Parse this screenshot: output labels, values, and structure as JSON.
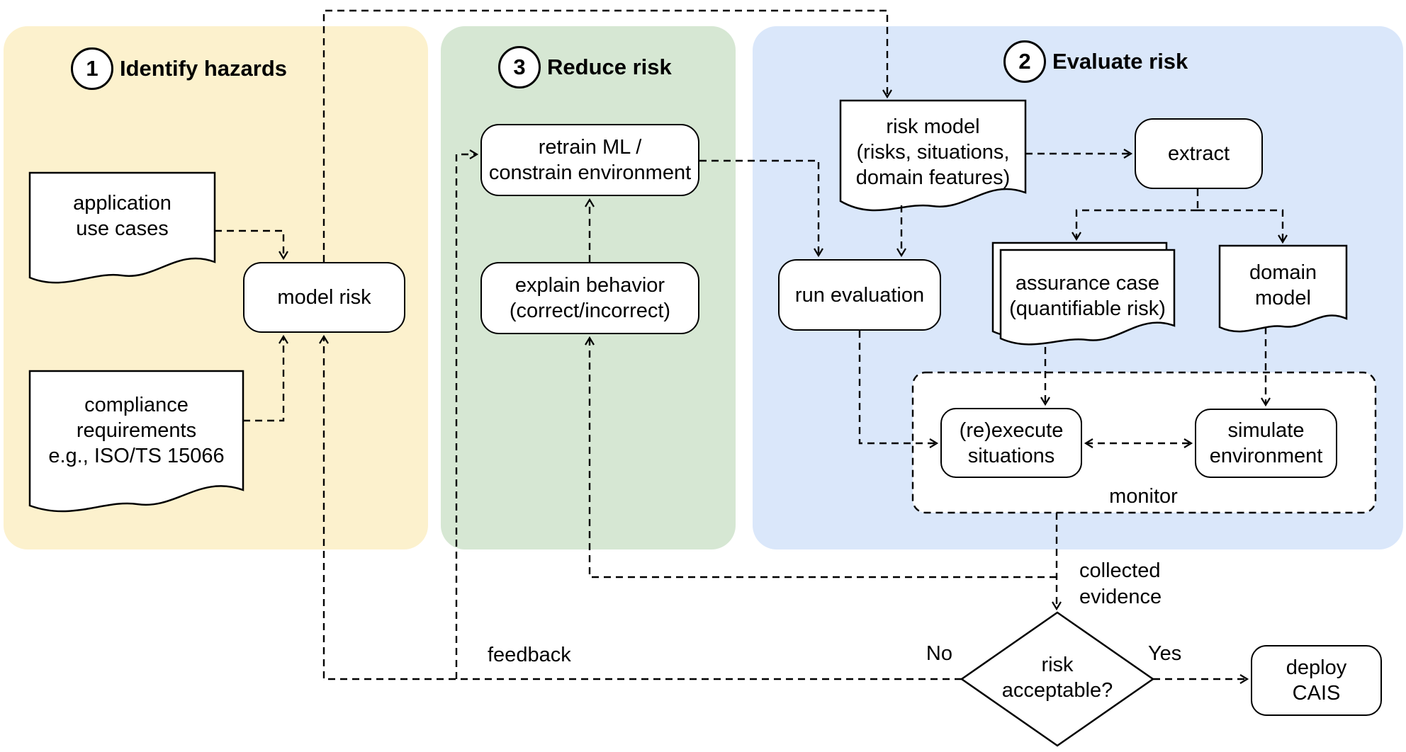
{
  "diagram": {
    "panels": [
      {
        "id": "identify",
        "number": "1",
        "title": "Identify hazards",
        "color": "#FCF1CD"
      },
      {
        "id": "evaluate",
        "number": "2",
        "title": "Evaluate risk",
        "color": "#DAE7FA"
      },
      {
        "id": "reduce",
        "number": "3",
        "title": "Reduce risk",
        "color": "#D6E7D3"
      }
    ],
    "nodes": {
      "application_use_cases": {
        "label": "application\nuse cases",
        "shape": "document"
      },
      "compliance_requirements": {
        "label": "compliance\nrequirements\ne.g., ISO/TS 15066",
        "shape": "document"
      },
      "model_risk": {
        "label": "model risk",
        "shape": "rounded-rect"
      },
      "retrain": {
        "label": "retrain ML /\nconstrain environment",
        "shape": "rounded-rect"
      },
      "explain_behavior": {
        "label": "explain behavior\n(correct/incorrect)",
        "shape": "rounded-rect"
      },
      "risk_model": {
        "label": "risk model\n(risks, situations,\ndomain features)",
        "shape": "document"
      },
      "extract": {
        "label": "extract",
        "shape": "rounded-rect"
      },
      "run_evaluation": {
        "label": "run evaluation",
        "shape": "rounded-rect"
      },
      "assurance_case": {
        "label": "assurance case\n(quantifiable risk)",
        "shape": "stacked-document"
      },
      "domain_model": {
        "label": "domain\nmodel",
        "shape": "document"
      },
      "reexecute_situations": {
        "label": "(re)execute\nsituations",
        "shape": "rounded-rect"
      },
      "simulate_environment": {
        "label": "simulate\nenvironment",
        "shape": "rounded-rect"
      },
      "monitor": {
        "label": "monitor",
        "shape": "dashed-container"
      },
      "risk_acceptable": {
        "label": "risk\nacceptable?",
        "shape": "diamond"
      },
      "deploy_cais": {
        "label": "deploy\nCAIS",
        "shape": "rounded-rect"
      }
    },
    "edge_labels": {
      "feedback": "feedback",
      "no": "No",
      "yes": "Yes",
      "collected_evidence": "collected\nevidence"
    },
    "line_color": "#000000",
    "shape_fill": "#ffffff"
  }
}
